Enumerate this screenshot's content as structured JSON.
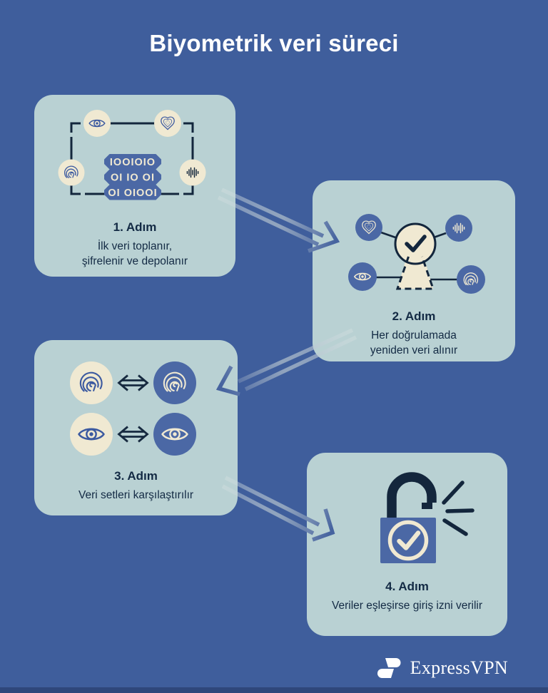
{
  "title": "Biyometrik veri süreci",
  "steps": [
    {
      "label": "1. Adım",
      "desc_lines": [
        "İlk veri toplanır,",
        "şifrelenir ve depolanır"
      ]
    },
    {
      "label": "2. Adım",
      "desc_lines": [
        "Her doğrulamada",
        "yeniden veri alınır"
      ]
    },
    {
      "label": "3. Adım",
      "desc_lines": [
        "Veri setleri karşılaştırılır"
      ]
    },
    {
      "label": "4. Adım",
      "desc_lines": [
        "Veriler eşleşirse giriş izni verilir"
      ]
    }
  ],
  "binary_pills": [
    "IOOIOIO",
    "OI IO OI",
    "OI OIOOI"
  ],
  "icons": {
    "step1": [
      "eye-icon",
      "heart-icon",
      "fingerprint-icon",
      "voice-wave-icon",
      "scan-frame",
      "binary-code-pills"
    ],
    "step2": [
      "heart-icon",
      "voice-wave-icon",
      "eye-icon",
      "fingerprint-icon",
      "keyhole-check-icon"
    ],
    "step3": [
      "fingerprint-icon",
      "compare-arrows-icon",
      "eye-icon"
    ],
    "step4": [
      "open-padlock-check-icon",
      "click-burst-icon"
    ],
    "footer": [
      "expressvpn-logo-glyph"
    ]
  },
  "footer": {
    "logo_text": "ExpressVPN"
  },
  "colors": {
    "background": "#3F5E9C",
    "card": "#B9D1D3",
    "navy": "#13263C",
    "accent_blue": "#4B68A5",
    "icon_blue": "#3B59A0",
    "cream": "#F0E9D2",
    "arrow_head_blue": "#46639F",
    "footer_bar": "#2F477B",
    "title_text": "#FFFFFF"
  }
}
